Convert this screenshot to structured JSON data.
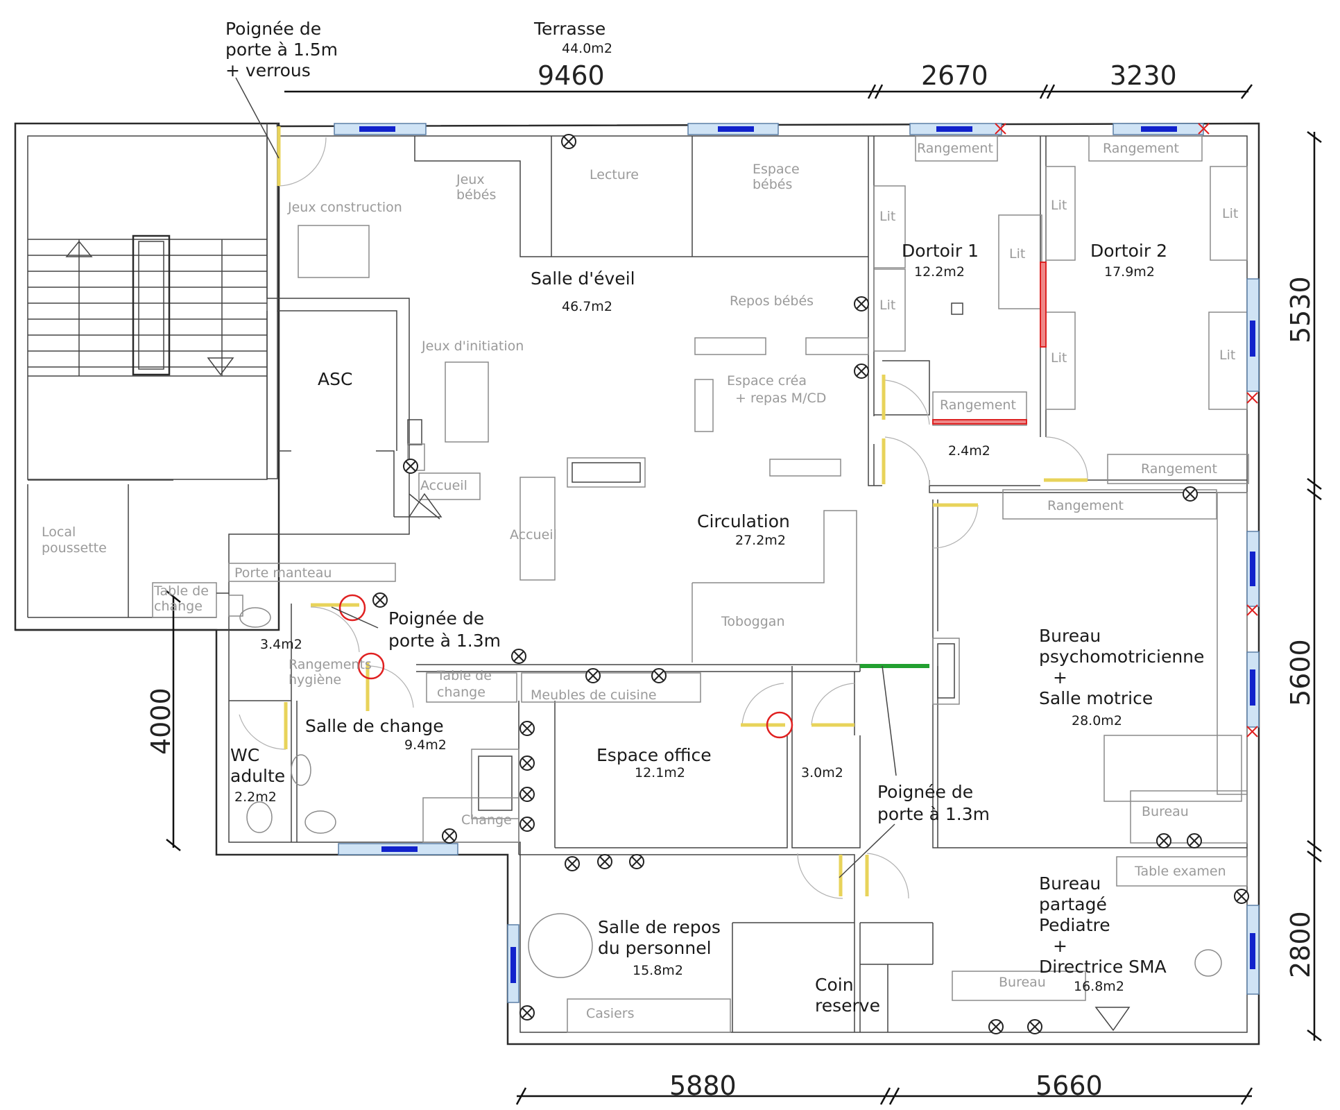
{
  "rooms": {
    "terrasse": {
      "name": "Terrasse",
      "area": "44.0m2"
    },
    "salle_eveil": {
      "name": "Salle  d'éveil",
      "area": "46.7m2"
    },
    "dortoir1": {
      "name": "Dortoir  1",
      "area": "12.2m2"
    },
    "dortoir2": {
      "name": "Dortoir  2",
      "area": "17.9m2"
    },
    "asc": {
      "name": "ASC"
    },
    "circulation": {
      "name": "Circulation",
      "area": "27.2m2"
    },
    "sas": {
      "area": "2.4m2"
    },
    "bureau_psy": {
      "line1": "Bureau",
      "line2": "psychomotricienne",
      "line3": "+",
      "line4": "Salle  motrice",
      "area": "28.0m2"
    },
    "salle_change": {
      "name": "Salle  de  change",
      "area": "9.4m2"
    },
    "wc_small": {
      "area": "3.4m2"
    },
    "wc_adulte": {
      "line1": "WC",
      "line2": "adulte",
      "area": "2.2m2"
    },
    "espace_office": {
      "name": "Espace  office",
      "area": "12.1m2"
    },
    "small_room": {
      "area": "3.0m2"
    },
    "salle_repos": {
      "line1": "Salle  de  repos",
      "line2": "du  personnel",
      "area": "15.8m2"
    },
    "coin_reserve": {
      "line1": "Coin",
      "line2": "reserve"
    },
    "bureau_partage": {
      "line1": "Bureau",
      "line2": "partagé",
      "line3": "Pediatre",
      "line4": "+",
      "line5": "Directrice  SMA",
      "area": "16.8m2"
    }
  },
  "notes": {
    "poignee_15_l1": "Poignée  de",
    "poignee_15_l2": "porte  à  1.5m",
    "poignee_15_l3": "+  verrous",
    "poignee_13a_l1": "Poignée  de",
    "poignee_13a_l2": "porte  à  1.3m",
    "poignee_13b_l1": "Poignée  de",
    "poignee_13b_l2": "porte  à  1.3m"
  },
  "furniture": {
    "jeux_bebes_1": "Jeux",
    "jeux_bebes_2": "bébés",
    "lecture": "Lecture",
    "espace_bebes_1": "Espace",
    "espace_bebes_2": "bébés",
    "jeux_construction": "Jeux  construction",
    "repos_bebes": "Repos  bébés",
    "jeux_initiation": "Jeux  d'initiation",
    "espace_crea_1": "Espace  créa",
    "espace_crea_2": "+   repas  M/CD",
    "accueil_1": "Accueil",
    "accueil_2": "Accueil",
    "local_poussette_1": "Local",
    "local_poussette_2": "poussette",
    "table_change_1a": "Table  de",
    "table_change_1b": "change",
    "porte_manteau": "Porte  manteau",
    "rangement_hyg_1": "Rangements",
    "rangement_hyg_2": "hygiène",
    "table_change_2a": "Table  de",
    "table_change_2b": "change",
    "meubles_cuisine": "Meubles  de  cuisine",
    "toboggan": "Toboggan",
    "change": "Change",
    "casiers": "Casiers",
    "rangement": "Rangement",
    "lit": "Lit",
    "bureau": "Bureau",
    "table_examen": "Table  examen"
  },
  "dimensions": {
    "top": [
      "9460",
      "2670",
      "3230"
    ],
    "bottom": [
      "5880",
      "5660"
    ],
    "right": [
      "5530",
      "5600",
      "2800"
    ],
    "left": [
      "4000"
    ]
  }
}
